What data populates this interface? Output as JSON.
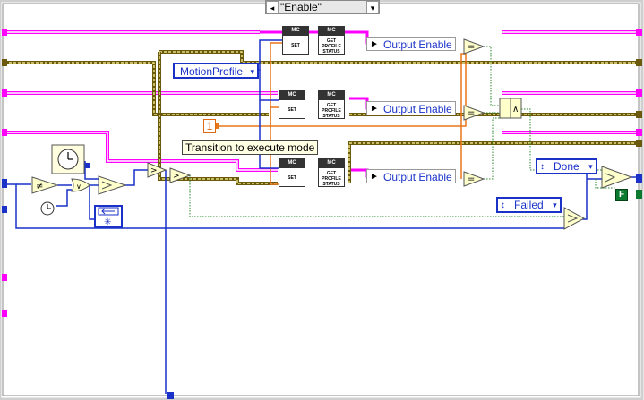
{
  "case_selector": {
    "value": "\"Enable\"",
    "left_arrow": "◂",
    "right_arrow": "▾"
  },
  "property_nodes": [
    {
      "label": "Output Enable"
    },
    {
      "label": "Output Enable"
    },
    {
      "label": "Output Enable"
    }
  ],
  "vi_blocks": {
    "set_header": "MC",
    "set_label": "SET",
    "status_header": "MC",
    "status_label": "GET PROFILE STATUS"
  },
  "constants": {
    "motion_profile": "MotionProfile",
    "numeric_one": "1",
    "comment": "Transition to execute mode",
    "done": "Done",
    "failed": "Failed",
    "false_const": "F"
  },
  "icons": {
    "timer": "clock-icon",
    "tick_count": "tick-count-icon",
    "not_equal": "≠",
    "or": "∨",
    "and": "∧",
    "equal": "=",
    "greater": ">",
    "select": "select-icon",
    "enum_ring": "ring-icon",
    "dropdown": "▾"
  },
  "colors": {
    "pink_wire": "#ff00ff",
    "olive_wire": "#6b5a0e",
    "blue_wire": "#1a32c8",
    "orange_wire": "#e8761a",
    "green_wire": "#2a8a2a",
    "bool_false": "#0b7a2e"
  }
}
